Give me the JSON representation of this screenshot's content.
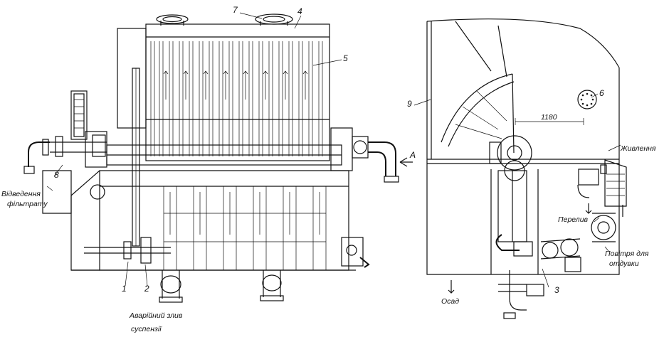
{
  "labels": {
    "n1": "1",
    "n2": "2",
    "n3": "3",
    "n4": "4",
    "n5": "5",
    "n6": "6",
    "n7": "7",
    "n8": "8",
    "n9": "9",
    "dimension": "1180",
    "view_marker": "A",
    "filtrate_line1": "Відведення",
    "filtrate_line2": "фільтрату",
    "emergency_line1": "Аварійний злив",
    "emergency_line2": "суспензії",
    "feed": "Живлення",
    "overflow": "Перелив",
    "air_line1": "Повітря для",
    "air_line2": "отдувки",
    "sediment": "Осад"
  }
}
